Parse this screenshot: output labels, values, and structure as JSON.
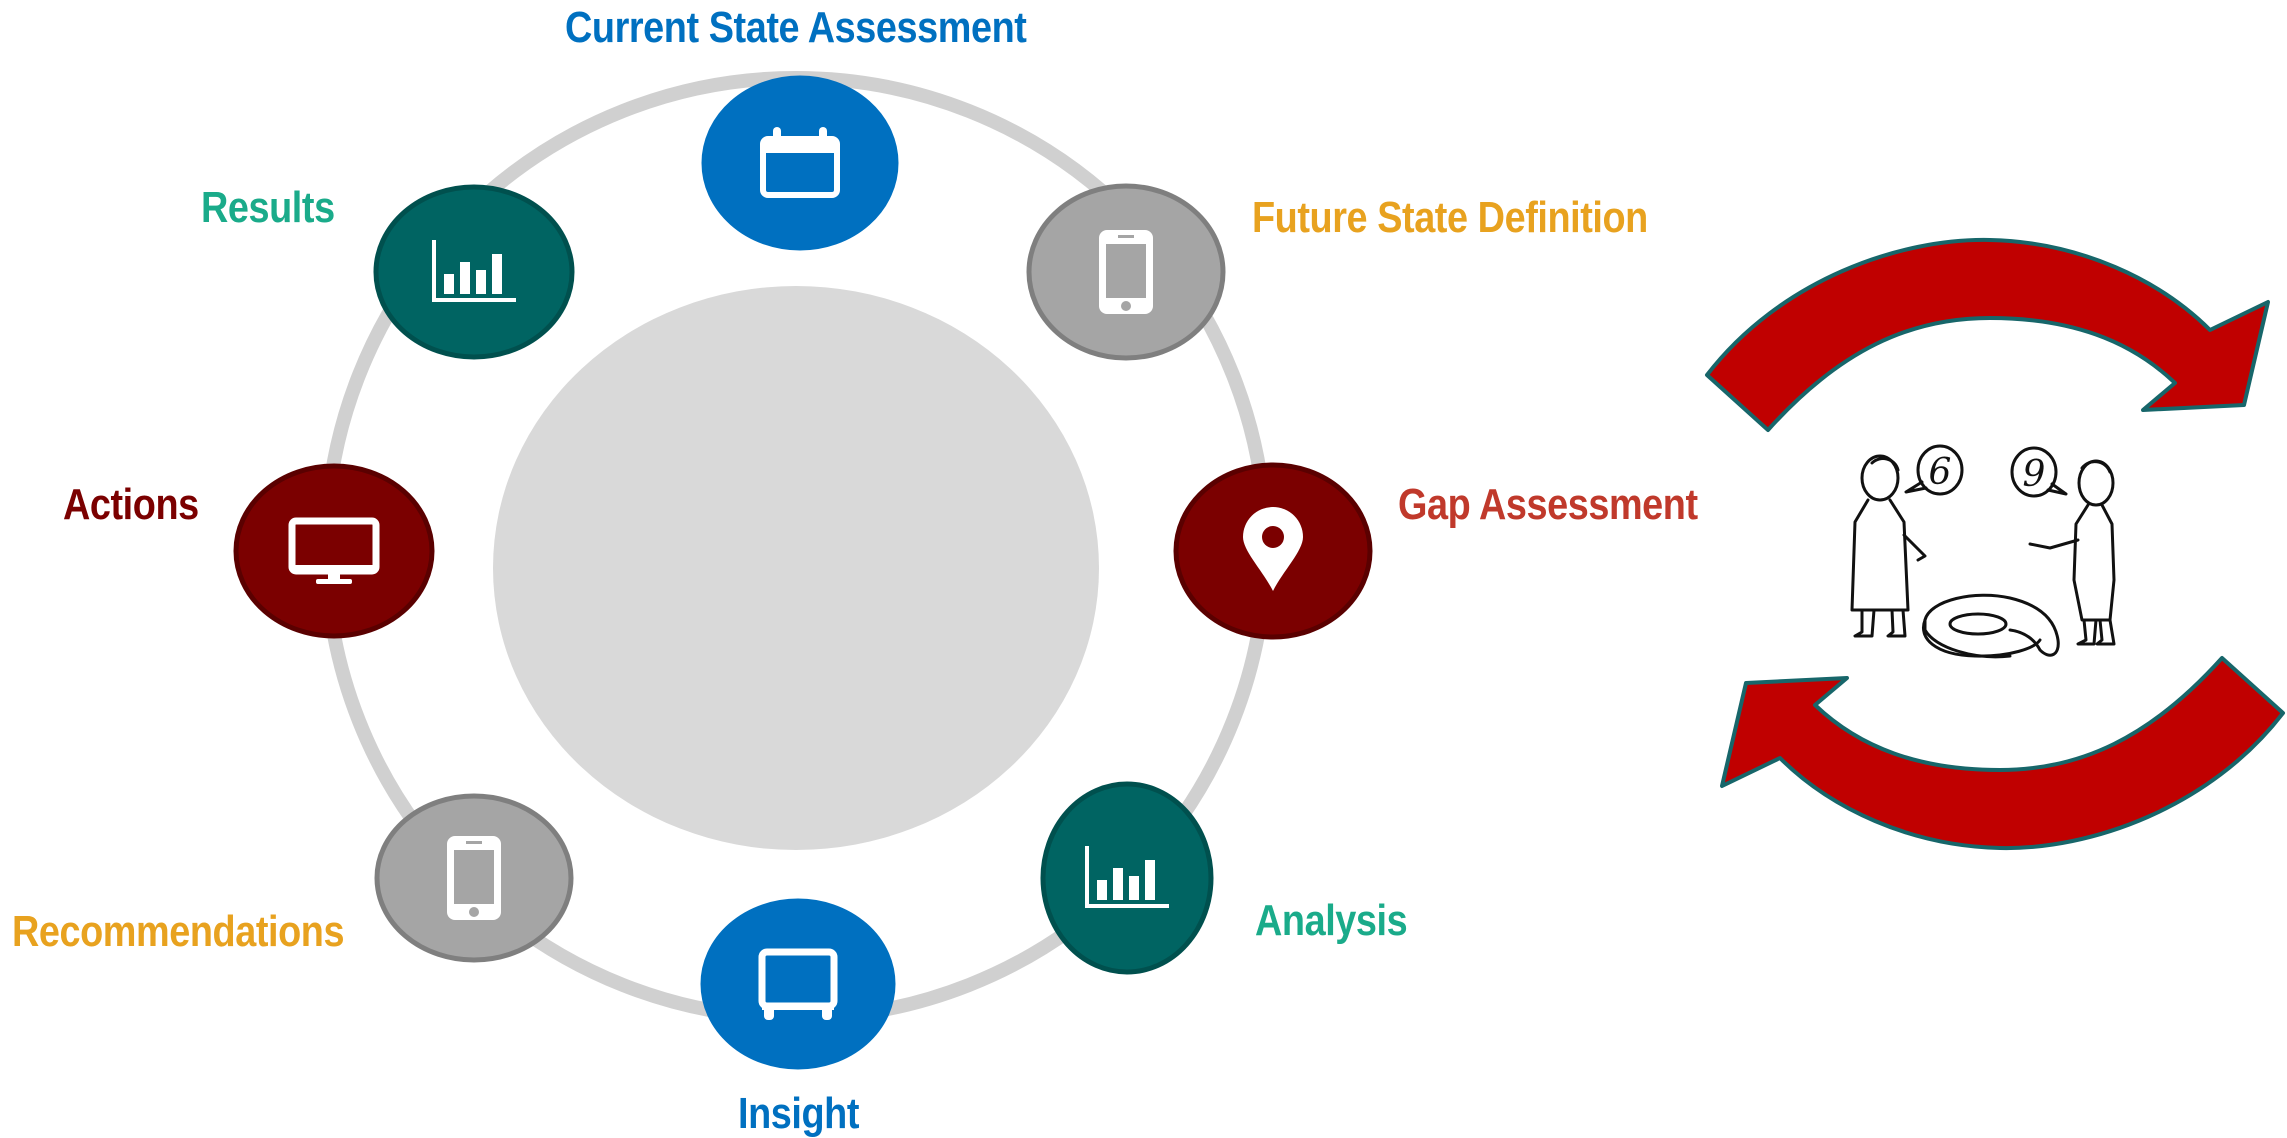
{
  "colors": {
    "ring": "#d0d0d0",
    "center_disc": "#d9d9d9",
    "blue": "#0070c0",
    "grey": "#a5a5a5",
    "dark_red": "#7b0000",
    "teal": "#006462",
    "arrow_red": "#c00000",
    "arrow_outline": "#17666a"
  },
  "stages": [
    {
      "id": "current-state-assessment",
      "label": "Current State Assessment",
      "icon": "calendar-icon",
      "color": "#0070c0",
      "label_color": "#0070c0"
    },
    {
      "id": "future-state-definition",
      "label": "Future State Definition",
      "icon": "phone-icon",
      "color": "#a5a5a5",
      "label_color": "#e8a21f"
    },
    {
      "id": "gap-assessment",
      "label": "Gap Assessment",
      "icon": "map-pin-icon",
      "color": "#7b0000",
      "label_color": "#c0392b"
    },
    {
      "id": "analysis",
      "label": "Analysis",
      "icon": "bar-chart-icon",
      "color": "#006462",
      "label_color": "#1aab8a"
    },
    {
      "id": "insight",
      "label": "Insight",
      "icon": "monitor-board-icon",
      "color": "#0070c0",
      "label_color": "#0070c0"
    },
    {
      "id": "recommendations",
      "label": "Recommendations",
      "icon": "phone-icon",
      "color": "#a5a5a5",
      "label_color": "#e8a21f"
    },
    {
      "id": "actions",
      "label": "Actions",
      "icon": "desktop-icon",
      "color": "#7b0000",
      "label_color": "#7b0000"
    },
    {
      "id": "results",
      "label": "Results",
      "icon": "bar-chart-icon",
      "color": "#006462",
      "label_color": "#1aab8a"
    }
  ],
  "illustration": {
    "icon": "two-people-six-nine-icon",
    "left_bubble": "6",
    "right_bubble": "9",
    "floor_number": "6"
  }
}
